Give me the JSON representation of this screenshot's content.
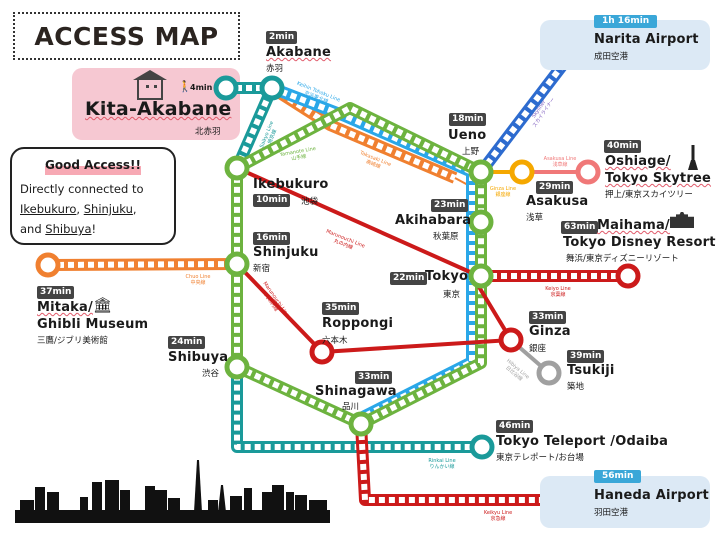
{
  "title": "ACCESS MAP",
  "home": {
    "name": "Kita-Akabane",
    "jp": "北赤羽",
    "walk": "4min"
  },
  "bubble": {
    "heading": "Good Access!!",
    "line1": "Directly connected to",
    "s1": "Ikebukuro",
    "s2": "Shinjuku",
    "and": "and",
    "s3": "Shibuya",
    "end": "!"
  },
  "stations": {
    "akabane": {
      "time": "2min",
      "name": "Akabane",
      "jp": "赤羽"
    },
    "ikebukuro": {
      "time": "10min",
      "name": "Ikebukuro",
      "jp": "池袋"
    },
    "shinjuku": {
      "time": "16min",
      "name": "Shinjuku",
      "jp": "新宿"
    },
    "mitaka": {
      "time": "37min",
      "name": "Mitaka/",
      "name2": "Ghibli Museum",
      "jp": "三鷹/ジブリ美術館"
    },
    "shibuya": {
      "time": "24min",
      "name": "Shibuya",
      "jp": "渋谷"
    },
    "roppongi": {
      "time": "35min",
      "name": "Roppongi",
      "jp": "六本木"
    },
    "shinagawa": {
      "time": "33min",
      "name": "Shinagawa",
      "jp": "品川"
    },
    "ueno": {
      "time": "18min",
      "name": "Ueno",
      "jp": "上野"
    },
    "akihabara": {
      "time": "23min",
      "name": "Akihabara",
      "jp": "秋葉原"
    },
    "tokyo": {
      "time": "22min",
      "name": "Tokyo",
      "jp": "東京"
    },
    "asakusa": {
      "time": "29min",
      "name": "Asakusa",
      "jp": "浅草"
    },
    "oshiage": {
      "time": "40min",
      "name": "Oshiage/",
      "name2": "Tokyo Skytree",
      "jp": "押上/東京スカイツリー"
    },
    "maihama": {
      "time": "63min",
      "name": "Maihama/",
      "name2": "Tokyo Disney Resort",
      "jp": "舞浜/東京ディズニーリゾート"
    },
    "ginza": {
      "time": "33min",
      "name": "Ginza",
      "jp": "銀座"
    },
    "tsukiji": {
      "time": "39min",
      "name": "Tsukiji",
      "jp": "築地"
    },
    "teleport": {
      "time": "46min",
      "name": "Tokyo Teleport /Odaiba",
      "jp": "東京テレポート/お台場"
    },
    "narita": {
      "time": "1h 16min",
      "name": "Narita Airport",
      "jp": "成田空港"
    },
    "haneda": {
      "time": "56min",
      "name": "Haneda Airport",
      "jp": "羽田空港"
    }
  },
  "lines": {
    "keihin": "Keihin Tohoku Line",
    "keihin_jp": "京浜東北線",
    "saikyo": "Saikyo Line",
    "saikyo_jp": "埼京線",
    "yamanote": "Yamanote Line",
    "yamanote_jp": "山手線",
    "takasaki": "Takasaki Line",
    "takasaki_jp": "高崎線",
    "marunouchi": "Marunouchi Line",
    "marunouchi_jp": "丸の内線",
    "ginza": "Ginza Line",
    "ginza_jp": "銀座線",
    "asakusa": "Asakusa Line",
    "asakusa_jp": "浅草線",
    "skyliner": "Skyliner",
    "skyliner_jp": "スカイライナー",
    "keiyo": "Keiyo Line",
    "keiyo_jp": "京葉線",
    "hibiya": "Hibiya Line",
    "hibiya_jp": "日比谷線",
    "rinkai": "Rinkai Line",
    "rinkai_jp": "りんかい線",
    "keikyu": "Keikyu Line",
    "keikyu_jp": "京急線",
    "chuo": "Chuo Line",
    "chuo_jp": "中央線"
  },
  "colors": {
    "yamanote": "#6db33f",
    "keihin": "#2aa7e8",
    "saikyo": "#1a9a9a",
    "takasaki": "#f08030",
    "red": "#cc1a1a",
    "ginza": "#f5a800",
    "asakusa": "#f07878",
    "skyliner": "#2d6bcf",
    "hibiya": "#a0a0a0",
    "chuo": "#f08030"
  }
}
